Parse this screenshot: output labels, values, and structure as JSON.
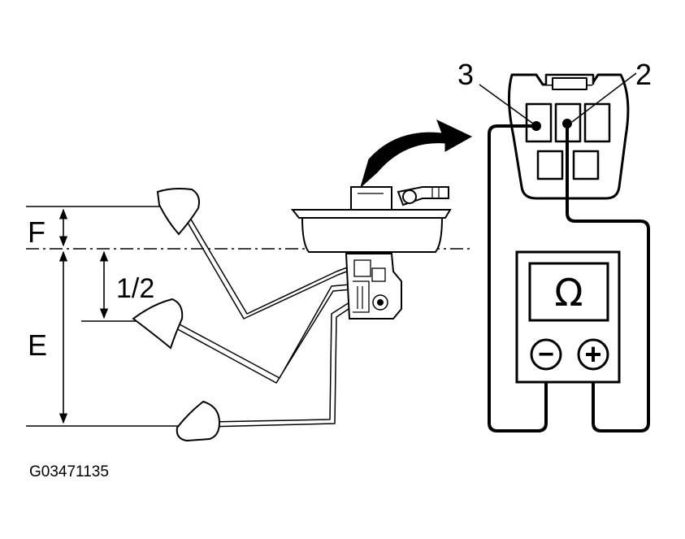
{
  "figure_id": "G03471135",
  "level_labels": {
    "full": "F",
    "empty": "E",
    "half": "1/2"
  },
  "terminal_labels": {
    "left": "3",
    "right": "2"
  },
  "meter": {
    "unit_symbol": "Ω",
    "negative_symbol": "−",
    "positive_symbol": "+"
  },
  "colors": {
    "ink": "#000000",
    "paper": "#ffffff"
  }
}
